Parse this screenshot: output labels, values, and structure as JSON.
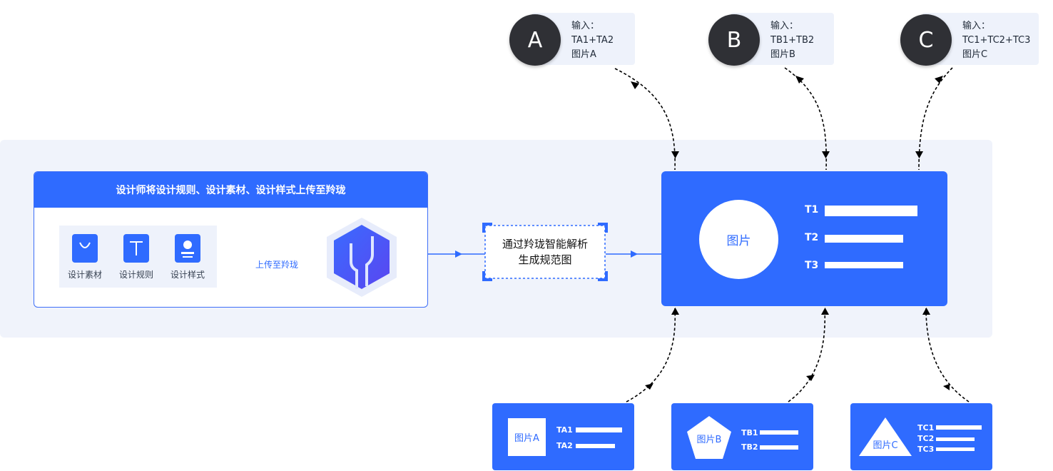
{
  "upload_panel": {
    "title": "设计师将设计规则、设计素材、设计样式上传至羚珑",
    "items": [
      {
        "label": "设计素材",
        "icon": "shopping-bag-icon"
      },
      {
        "label": "设计规则",
        "icon": "text-t-icon"
      },
      {
        "label": "设计样式",
        "icon": "style-card-icon"
      }
    ],
    "upload_label": "上传至羚珑",
    "logo": "linglong-hexagon-logo"
  },
  "parse_box": {
    "line1": "通过羚珑智能解析",
    "line2": "生成规范图"
  },
  "output_card": {
    "image_label": "图片",
    "t1": "T1",
    "t2": "T2",
    "t3": "T3"
  },
  "inputs": [
    {
      "letter": "A",
      "label": "输入：",
      "text": "TA1+TA2",
      "image": "图片A"
    },
    {
      "letter": "B",
      "label": "输入：",
      "text": "TB1+TB2",
      "image": "图片B"
    },
    {
      "letter": "C",
      "label": "输入：",
      "text": "TC1+TC2+TC3",
      "image": "图片C"
    }
  ],
  "results": [
    {
      "image_label": "图片A",
      "shape": "square",
      "t1": "TA1",
      "t2": "TA2"
    },
    {
      "image_label": "图片B",
      "shape": "pentagon",
      "t1": "TB1",
      "t2": "TB2"
    },
    {
      "image_label": "图片C",
      "shape": "triangle",
      "t1": "TC1",
      "t2": "TC2",
      "t3": "TC3"
    }
  ],
  "colors": {
    "accent": "#2f6bff",
    "badge": "#2f3035",
    "band": "#f0f3fb"
  }
}
